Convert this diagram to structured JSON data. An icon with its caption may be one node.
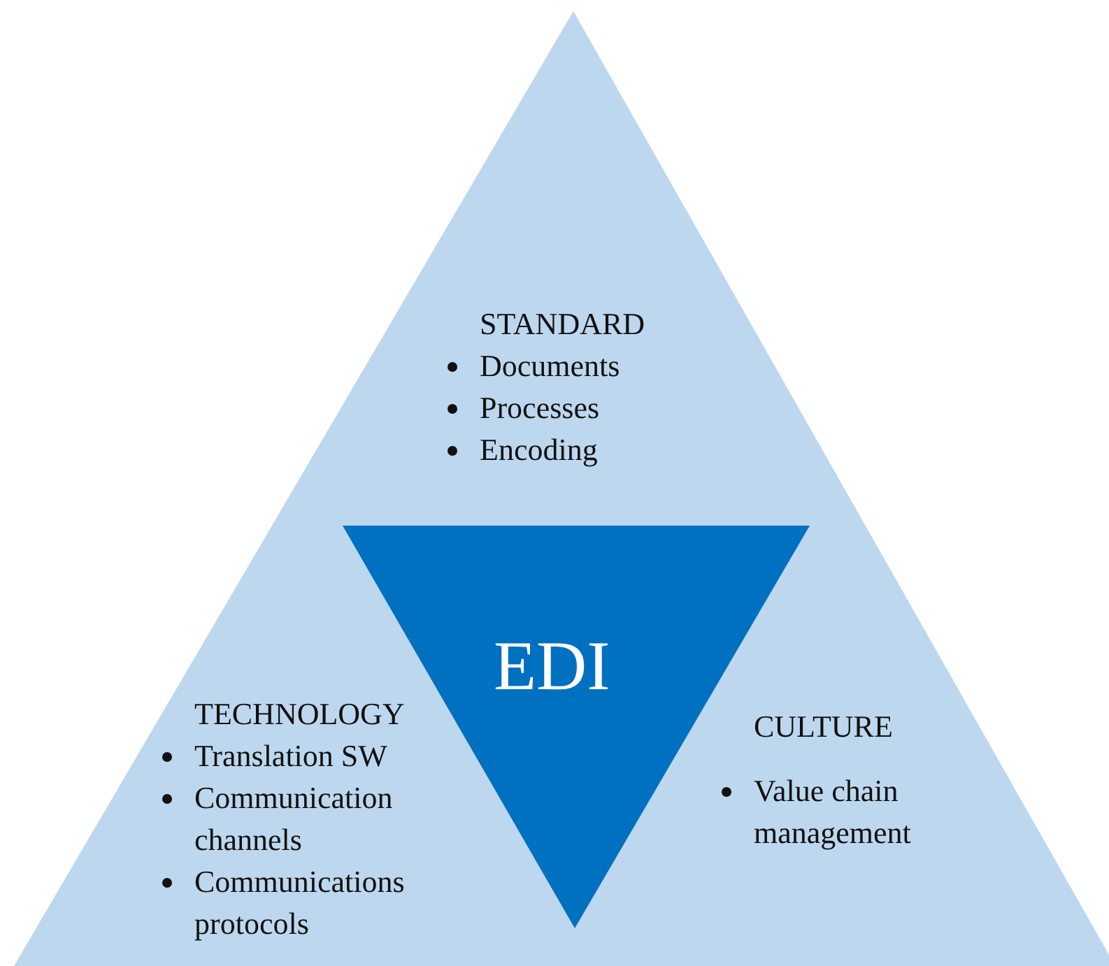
{
  "diagram": {
    "nodes": [
      {
        "text": [],
        "shape": "triangle"
      },
      {
        "text": [
          "STANDARD",
          "Documents",
          "Processes",
          "Encoding"
        ],
        "in": 0
      },
      {
        "text": [
          "EDI"
        ],
        "in": 0
      },
      {
        "text": [
          "TECHNOLOGY",
          "Translation SW",
          "Communication channels",
          "Communications protocols"
        ],
        "in": 0
      },
      {
        "text": [
          "CULTURE",
          "Value chain management"
        ],
        "in": 0
      }
    ]
  }
}
